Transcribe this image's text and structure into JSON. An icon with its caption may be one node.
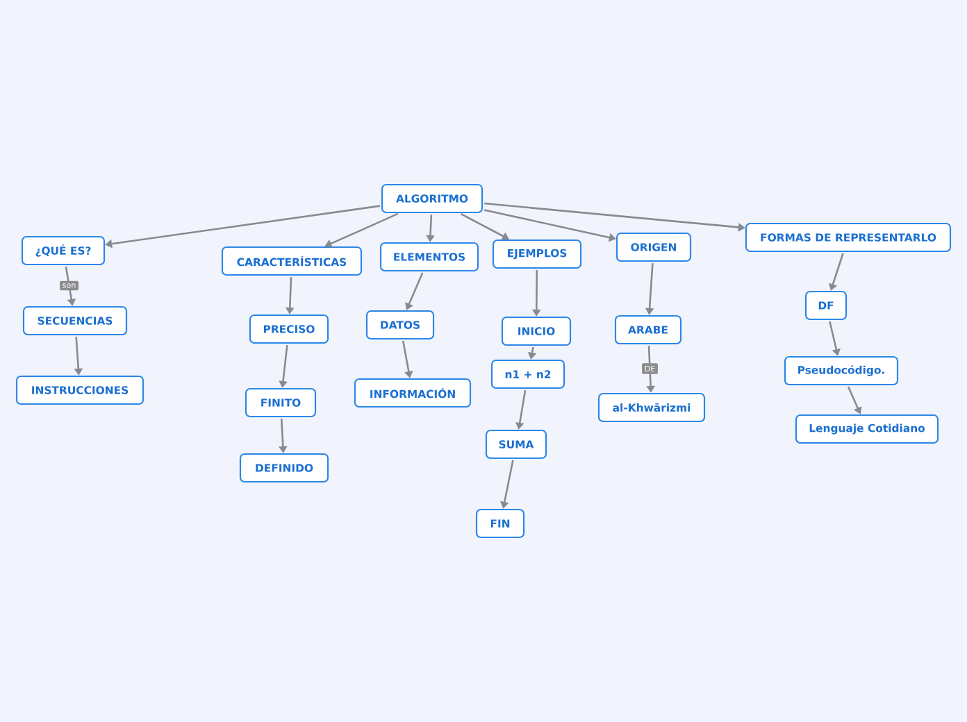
{
  "diagram": {
    "nodes": [
      {
        "text": [
          "ALGORITMO"
        ]
      },
      {
        "text": [
          "¿QUÉ ES?"
        ]
      },
      {
        "text": [
          "SECUENCIAS"
        ]
      },
      {
        "text": [
          "INSTRUCCIONES"
        ]
      },
      {
        "text": [
          "CARACTERÍSTICAS"
        ]
      },
      {
        "text": [
          "PRECISO"
        ]
      },
      {
        "text": [
          "FINITO"
        ]
      },
      {
        "text": [
          "DEFINIDO"
        ]
      },
      {
        "text": [
          "ELEMENTOS"
        ]
      },
      {
        "text": [
          "DATOS"
        ]
      },
      {
        "text": [
          "INFORMACIÓN"
        ]
      },
      {
        "text": [
          "EJEMPLOS"
        ]
      },
      {
        "text": [
          "INICIO"
        ]
      },
      {
        "text": [
          "n1 + n2"
        ]
      },
      {
        "text": [
          "SUMA"
        ]
      },
      {
        "text": [
          "FIN"
        ]
      },
      {
        "text": [
          "ORIGEN"
        ]
      },
      {
        "text": [
          "ARABE"
        ]
      },
      {
        "text": [
          "al-Khwārizmi"
        ]
      },
      {
        "text": [
          "FORMAS DE REPRESENTARLO"
        ]
      },
      {
        "text": [
          "DF"
        ]
      },
      {
        "text": [
          "Pseudocódigo."
        ]
      },
      {
        "text": [
          "Lenguaje Cotidiano"
        ]
      }
    ],
    "edges": [
      {
        "from": 0,
        "to": 1,
        "arrow": "to"
      },
      {
        "from": 0,
        "to": 4,
        "arrow": "to"
      },
      {
        "from": 0,
        "to": 8,
        "arrow": "to"
      },
      {
        "from": 0,
        "to": 11,
        "arrow": "to"
      },
      {
        "from": 0,
        "to": 16,
        "arrow": "to"
      },
      {
        "from": 0,
        "to": 19,
        "arrow": "to"
      },
      {
        "from": 1,
        "to": 2,
        "arrow": "to",
        "label": "son"
      },
      {
        "from": 2,
        "to": 3,
        "arrow": "to"
      },
      {
        "from": 4,
        "to": 5,
        "arrow": "to"
      },
      {
        "from": 5,
        "to": 6,
        "arrow": "to"
      },
      {
        "from": 6,
        "to": 7,
        "arrow": "to"
      },
      {
        "from": 8,
        "to": 9,
        "arrow": "to"
      },
      {
        "from": 9,
        "to": 10,
        "arrow": "to"
      },
      {
        "from": 11,
        "to": 12,
        "arrow": "to"
      },
      {
        "from": 12,
        "to": 13,
        "arrow": "to"
      },
      {
        "from": 13,
        "to": 14,
        "arrow": "to"
      },
      {
        "from": 14,
        "to": 15,
        "arrow": "to"
      },
      {
        "from": 16,
        "to": 17,
        "arrow": "to"
      },
      {
        "from": 17,
        "to": 18,
        "arrow": "to",
        "label": "DE"
      },
      {
        "from": 19,
        "to": 20,
        "arrow": "to"
      },
      {
        "from": 20,
        "to": 21,
        "arrow": "to"
      },
      {
        "from": 21,
        "to": 22,
        "arrow": "to"
      }
    ]
  }
}
